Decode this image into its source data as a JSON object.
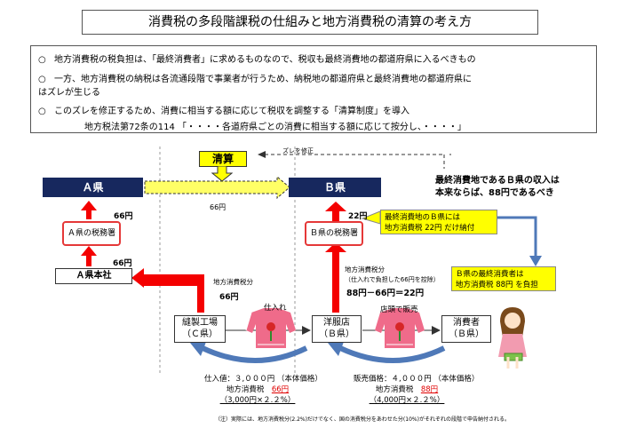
{
  "title": "消費税の多段階課税の仕組みと地方消費税の清算の考え方",
  "bullets": {
    "marker": "○",
    "b1": "地方消費税の税負担は、「最終消費者」に求めるものなので、税収も最終消費地の都道府県に入るべきもの",
    "b2_l1": "一方、地方消費税の納税は各流通段階で事業者が行うため、納税地の都道府県と最終消費地の都道府県に",
    "b2_l2": "はズレが生じる",
    "b3": "このズレを修正するため、消費に相当する額に応じて税収を調整する「清算制度」を導入",
    "law": "地方税法第72条の114 「・・・・各道府県ごとの消費に相当する額に応じて按分し、・・・・」"
  },
  "settlement_label": "清算",
  "correction_label": "ズレを修正",
  "pref_a": "Ａ県",
  "pref_b": "Ｂ県",
  "amount_66_center": "66円",
  "note_top_l1": "最終消費地であるＢ県の収入は",
  "note_top_l2": "本来ならば、88円であるべき",
  "a_tax_office": "Ａ県の税務署",
  "b_tax_office": "Ｂ県の税務署",
  "a_amount_upper": "66円",
  "a_amount_lower": "66円",
  "a_hq": "Ａ県本社",
  "b_amount": "22円",
  "callout_b_l1": "最終消費地のＢ県には",
  "callout_b_l2": "地方消費税 22円 だけ納付",
  "callout_consumer_l1": "Ｂ県の最終消費者は",
  "callout_consumer_l2": "地方消費税 88円 を負担",
  "factory_tax_label": "地方消費税分",
  "factory_tax_amount": "66円",
  "shop_tax_label": "地方消費税分",
  "shop_tax_note": "（仕入れで負担した66円を控除）",
  "shop_tax_calc": "88円－66円＝22円",
  "purchase_label": "仕入れ",
  "sale_label": "店頭で販売",
  "factory": {
    "l1": "縫製工場",
    "l2": "（Ｃ県）"
  },
  "shop": {
    "l1": "洋服店",
    "l2": "（Ｂ県）"
  },
  "consumer": {
    "l1": "消費者",
    "l2": "（Ｂ県）"
  },
  "purchase_price": "仕入値：３,０００円 （本体価格）",
  "purchase_tax_label": "地方消費税",
  "purchase_tax_value": "66円",
  "purchase_calc": "（3,000円×２.２%）",
  "sale_price": "販売価格：４,０００円 （本体価格）",
  "sale_tax_label": "地方消費税",
  "sale_tax_value": "88円",
  "sale_calc": "（4,000円×２.２%）",
  "footnote": "（注）実際には、地方消費税分(2.2%)だけでなく、国の消費税分をあわせた分(10%)がそれぞれの段階で申告納付される。",
  "colors": {
    "navy": "#17285e",
    "red": "#f40000",
    "yellow": "#ffff00",
    "blue": "#4f79b8",
    "pink": "#ef6b8a"
  }
}
